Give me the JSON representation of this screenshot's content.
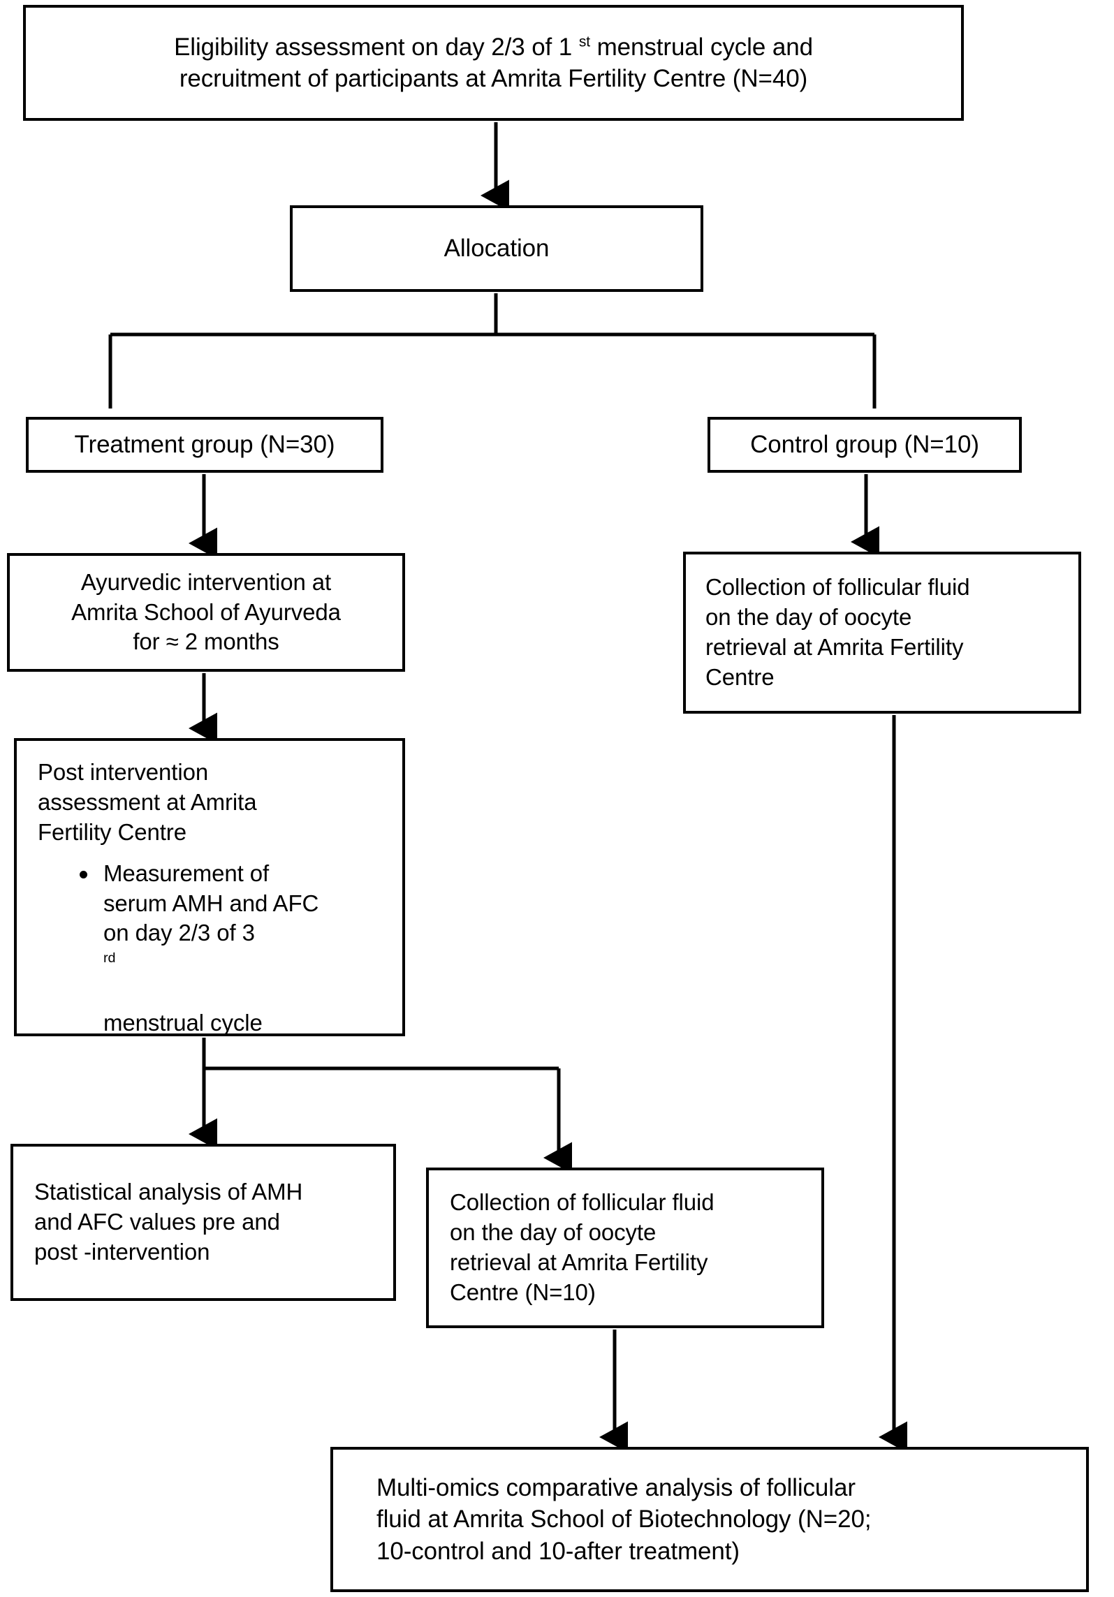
{
  "diagram": {
    "type": "flowchart",
    "title": "Study design flowchart of Ayurvedic intervention trial",
    "orientation": "top-down",
    "colors": {
      "background": "#ffffff",
      "box_border": "#000000",
      "box_fill": "#ffffff",
      "connector": "#000000",
      "text": "#000000"
    }
  },
  "nodes": {
    "eligibility": {
      "line1_pre": "Eligibility assessment on day 2/3 of 1 ",
      "line1_sup": "st",
      "line1_post": " menstrual cycle and",
      "line2": "recruitment of participants at Amrita Fertility Centre (N=40)",
      "participants": 40
    },
    "allocation": {
      "label": "Allocation"
    },
    "treatment_group": {
      "label": "Treatment group (N=30)",
      "participants": 30
    },
    "control_group": {
      "label": "Control group (N=10)",
      "participants": 10
    },
    "ayurvedic": {
      "line1": "Ayurvedic intervention at",
      "line2": "Amrita School of Ayurveda",
      "line3": "for ≈ 2 months"
    },
    "control_collection": {
      "text": "Collection of follicular fluid\non the day of oocyte\nretrieval at Amrita Fertility\nCentre"
    },
    "post_intervention": {
      "heading": "Post intervention\nassessment at Amrita\nFertility Centre",
      "bullets": [
        {
          "pre": "Measurement of\nserum AMH and AFC\non day 2/3 of 3",
          "sup": "rd",
          "post": "\nmenstrual cycle"
        }
      ]
    },
    "statistical": {
      "text": "Statistical analysis of AMH\nand AFC values pre and\npost -intervention"
    },
    "treatment_collection": {
      "text": "Collection of follicular fluid\non the day of oocyte\nretrieval at Amrita Fertility\nCentre (N=10)",
      "participants": 10
    },
    "multiomics": {
      "text": "Multi-omics comparative analysis of follicular\nfluid at Amrita School of Biotechnology (N=20;\n10-control and 10-after treatment)",
      "total": 20,
      "control": 10,
      "after_treatment": 10
    }
  },
  "edges": [
    {
      "from": "eligibility",
      "to": "allocation",
      "style": "arrow"
    },
    {
      "from": "allocation",
      "to": "treatment_group",
      "style": "split-arrow"
    },
    {
      "from": "allocation",
      "to": "control_group",
      "style": "split-arrow"
    },
    {
      "from": "treatment_group",
      "to": "ayurvedic",
      "style": "arrow"
    },
    {
      "from": "ayurvedic",
      "to": "post_intervention",
      "style": "arrow"
    },
    {
      "from": "post_intervention",
      "to": "statistical",
      "style": "split-arrow"
    },
    {
      "from": "post_intervention",
      "to": "treatment_collection",
      "style": "split-arrow"
    },
    {
      "from": "control_group",
      "to": "control_collection",
      "style": "arrow"
    },
    {
      "from": "control_collection",
      "to": "multiomics",
      "style": "arrow"
    },
    {
      "from": "treatment_collection",
      "to": "multiomics",
      "style": "arrow"
    }
  ]
}
